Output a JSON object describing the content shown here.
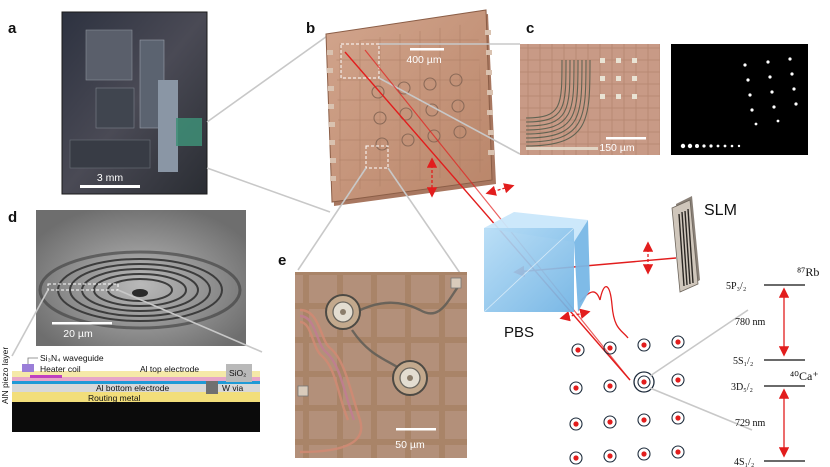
{
  "panels": {
    "a": {
      "label": "a",
      "scale": "3 mm"
    },
    "b": {
      "label": "b",
      "scale": "400 µm"
    },
    "c": {
      "label": "c",
      "scale": "150 µm"
    },
    "d": {
      "label": "d",
      "scale": "20 µm",
      "layers": {
        "waveguide": "Si₃N₄ waveguide",
        "heater": "Heater coil",
        "top_electrode": "Al top electrode",
        "sio2": "SiO₂",
        "bottom_electrode": "Al bottom electrode",
        "w_via": "W via",
        "routing": "Routing metal",
        "aln": "AlN piezo layer"
      }
    },
    "e": {
      "label": "e",
      "scale": "50 µm"
    }
  },
  "optics": {
    "slm": "SLM",
    "pbs": "PBS"
  },
  "levels": {
    "rb_species": "⁸⁷Rb",
    "ca_species": "⁴⁰Ca⁺",
    "rb_upper": "5P₃/₂",
    "rb_lower": "5S₁/₂",
    "rb_wavelength": "780 nm",
    "ca_upper": "3D₅/₂",
    "ca_lower": "4S₁/₂",
    "ca_wavelength": "729 nm"
  },
  "colors": {
    "beam": "#e21d1d",
    "chip": "#c9977c",
    "cube": "#8ec7ef"
  }
}
